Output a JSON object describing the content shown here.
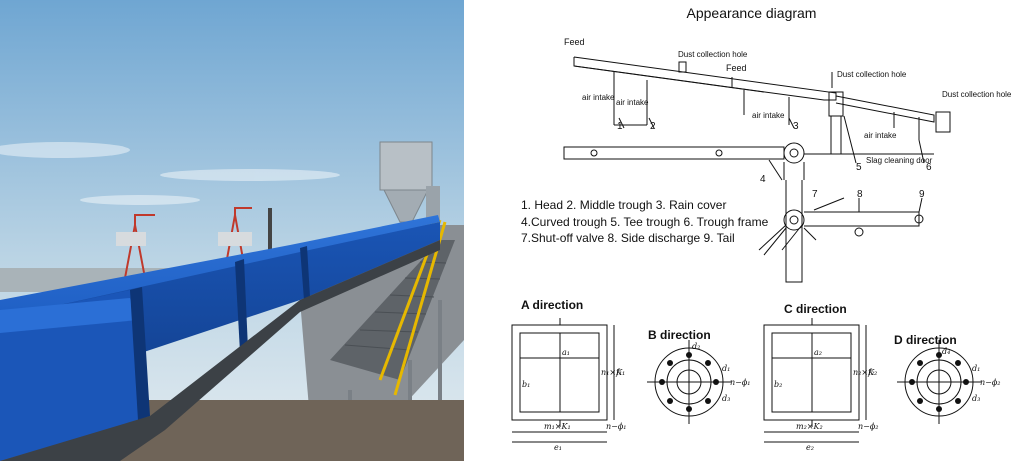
{
  "diagram": {
    "title": "Appearance diagram",
    "callouts": {
      "feed_1": "Feed",
      "feed_2": "Feed",
      "dust_hole_1": "Dust collection hole",
      "dust_hole_2": "Dust collection hole",
      "dust_hole_3": "Dust collection hole",
      "air_intake_1": "air intake",
      "air_intake_2": "air intake",
      "air_intake_3": "air intake",
      "air_intake_4": "air intake",
      "slag_door": "Slag cleaning door"
    },
    "part_numbers": [
      "1",
      "2",
      "3",
      "4",
      "5",
      "6",
      "7",
      "8",
      "9"
    ],
    "legend": [
      "1. Head  2. Middle trough  3. Rain cover",
      "4.Curved trough  5. Tee trough  6. Trough frame",
      "7.Shut-off valve  8. Side discharge  9. Tail"
    ],
    "directions": {
      "a": "A direction",
      "b": "B direction",
      "c": "C direction",
      "d": "D direction"
    },
    "dimensions": {
      "a_inner": "a₁",
      "a_height": "b₁",
      "a_side": "n₁×K₁",
      "a_outer_side": "f₁",
      "a_bottom": "m₁×K₁",
      "a_holes": "n−ϕ₁",
      "a_width": "e₁",
      "b_top": "d₂",
      "b_right": "d₁",
      "b_holes": "n−ϕ₁",
      "b_bottom": "d₃",
      "c_inner": "a₂",
      "c_height": "b₂",
      "c_side": "n₂×K₂",
      "c_outer_side": "f₂",
      "c_bottom": "m₂×K₂",
      "c_holes": "n−ϕ₂",
      "c_width": "e₂",
      "d_top": "d₄",
      "d_right": "d₁",
      "d_holes": "n−ϕ₂",
      "d_bottom": "d₃"
    }
  },
  "colors": {
    "sky_top": "#7fb3d8",
    "sky_bottom": "#dfe9ef",
    "conveyor_blue": "#1f5fc4",
    "handrail_yellow": "#e6b800",
    "walkway_grey": "#6b6f73"
  }
}
